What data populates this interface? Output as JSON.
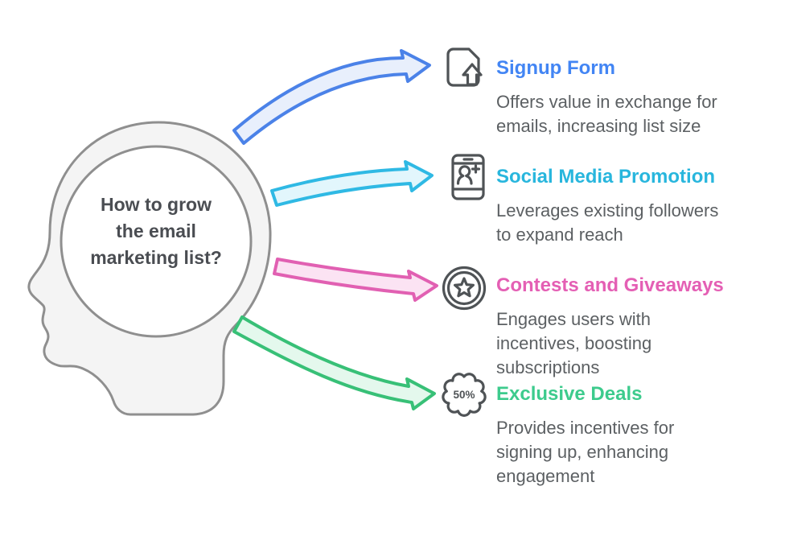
{
  "colors": {
    "background": "#ffffff",
    "head_fill": "#f4f4f4",
    "head_stroke": "#8f8f8f",
    "question_text": "#4a4d52",
    "description_text": "#5c6063",
    "icon_stroke": "#4f5356"
  },
  "diagram": {
    "question": "How to grow\nthe email\nmarketing list?",
    "items": [
      {
        "label": "Signup Form",
        "title_color": "#4285f4",
        "description": "Offers value in exchange for\nemails, increasing list size",
        "icon": "document-upload-icon",
        "arrow_stroke": "#4b82e8",
        "arrow_fill": "#e8effc"
      },
      {
        "label": "Social Media Promotion",
        "title_color": "#28b6dd",
        "description": "Leverages existing followers\nto expand reach",
        "icon": "phone-add-user-icon",
        "arrow_stroke": "#2fb9e4",
        "arrow_fill": "#e2f6fc"
      },
      {
        "label": "Contests and Giveaways",
        "title_color": "#e45fb4",
        "description": "Engages users with\nincentives, boosting\nsubscriptions",
        "icon": "star-medal-icon",
        "arrow_stroke": "#e160b2",
        "arrow_fill": "#fbe3f3"
      },
      {
        "label": "Exclusive Deals",
        "title_color": "#3dcb8d",
        "description": "Provides incentives for\nsigning up, enhancing\nengagement",
        "icon": "discount-badge-icon",
        "badge_text": "50%",
        "arrow_stroke": "#38c077",
        "arrow_fill": "#e4f8ed"
      }
    ]
  }
}
